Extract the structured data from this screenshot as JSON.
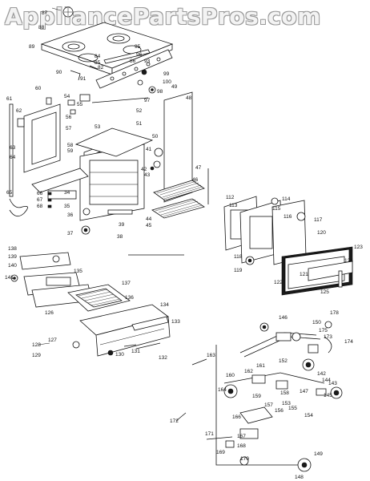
{
  "watermark": "AppliancePartsPros.com",
  "callouts": [
    "87",
    "88",
    "89",
    "90",
    "84",
    "85",
    "82",
    "86",
    "95",
    "96",
    "93",
    "99",
    "100",
    "91",
    "98",
    "97",
    "60",
    "61",
    "62",
    "63",
    "64",
    "54",
    "55",
    "56",
    "57",
    "53",
    "52",
    "58",
    "59",
    "51",
    "50",
    "49",
    "48",
    "41",
    "42",
    "43",
    "46",
    "47",
    "44",
    "45",
    "65",
    "66",
    "67",
    "68",
    "34",
    "35",
    "36",
    "37",
    "38",
    "39",
    "112",
    "113",
    "114",
    "115",
    "116",
    "117",
    "118",
    "119",
    "120",
    "121",
    "122",
    "123",
    "124",
    "125",
    "138",
    "139",
    "140",
    "141",
    "135",
    "136",
    "137",
    "126",
    "134",
    "133",
    "127",
    "128",
    "129",
    "130",
    "131",
    "132",
    "146",
    "178",
    "150",
    "175",
    "173",
    "174",
    "163",
    "164",
    "160",
    "162",
    "161",
    "152",
    "158",
    "157",
    "159",
    "156",
    "155",
    "153",
    "154",
    "142",
    "144",
    "143",
    "145",
    "147",
    "148",
    "172",
    "166",
    "171",
    "167",
    "168",
    "169",
    "170",
    "149"
  ]
}
